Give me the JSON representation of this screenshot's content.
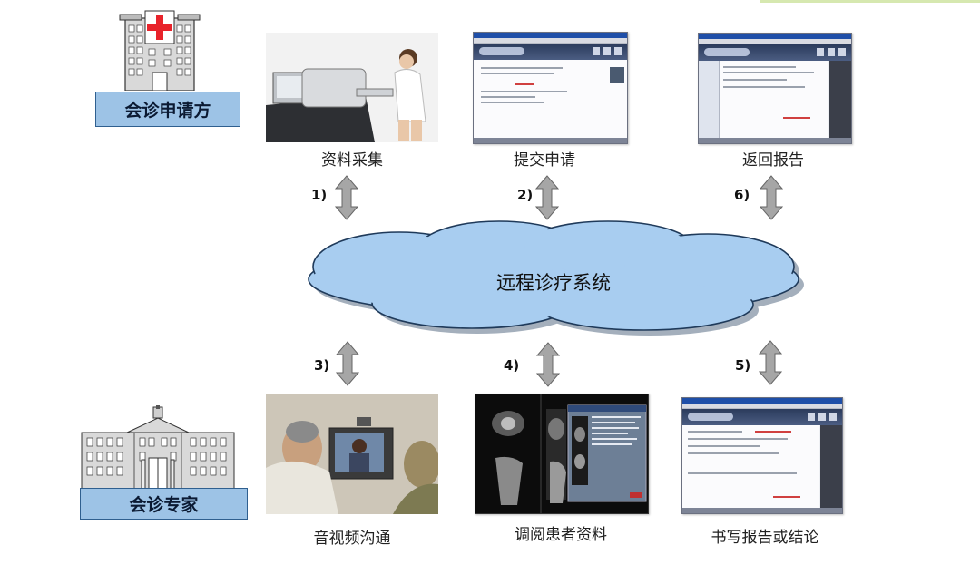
{
  "requester": {
    "label": "会诊申请方"
  },
  "expert": {
    "label": "会诊专家"
  },
  "center": {
    "label": "远程诊疗系统"
  },
  "top_steps": [
    {
      "num": "1)",
      "caption": "资料采集"
    },
    {
      "num": "2)",
      "caption": "提交申请"
    },
    {
      "num": "6)",
      "caption": "返回报告"
    }
  ],
  "bottom_steps": [
    {
      "num": "3)",
      "caption": "音视频沟通"
    },
    {
      "num": "4)",
      "caption": "调阅患者资料"
    },
    {
      "num": "5)",
      "caption": "书写报告或结论"
    }
  ],
  "colors": {
    "role_box": "#9dc3e6",
    "cloud_fill": "#a8cdf0",
    "cloud_stroke": "#1f3a5a",
    "arrow_fill": "#a6a6a6",
    "red_cross": "#e8232b"
  }
}
